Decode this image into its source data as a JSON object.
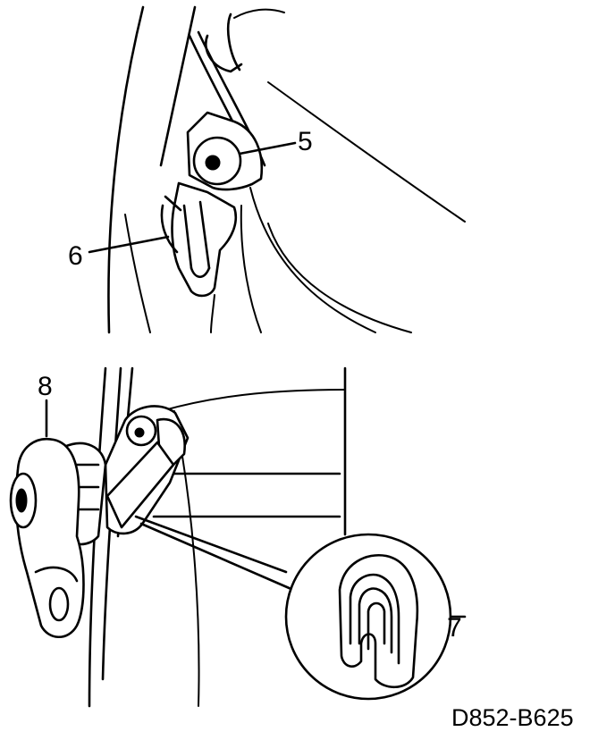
{
  "labels": {
    "part_5": "5",
    "part_6": "6",
    "part_7": "7",
    "part_8": "8"
  },
  "figure_code": "D852-B625"
}
